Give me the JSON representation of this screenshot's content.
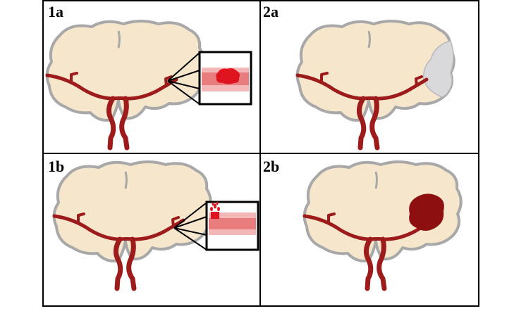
{
  "panels": [
    {
      "id": "1a",
      "label": "1a",
      "condition": "clot-in-artery",
      "inset": true
    },
    {
      "id": "2a",
      "label": "2a",
      "condition": "ischemic-region",
      "inset": false
    },
    {
      "id": "1b",
      "label": "1b",
      "condition": "ruptured-artery",
      "inset": true
    },
    {
      "id": "2b",
      "label": "2b",
      "condition": "hemorrhage",
      "inset": false
    }
  ],
  "colors": {
    "brain_fill": "#f5e6cc",
    "brain_outline": "#a8a8a8",
    "artery": "#9e1b1b",
    "artery_light": "#f3b7b7",
    "artery_mid": "#e66a6a",
    "clot": "#e0141e",
    "ischemia": "#d9d9dc",
    "hemorrhage": "#8e0f0f",
    "border": "#000000"
  }
}
